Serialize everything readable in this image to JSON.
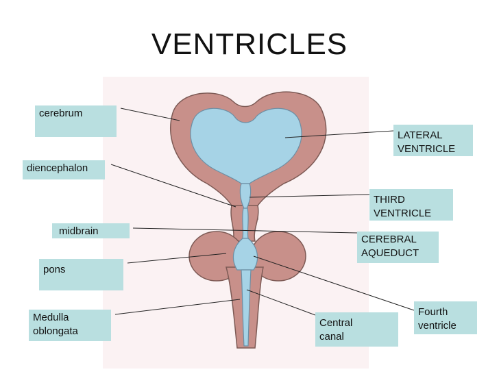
{
  "title": "VENTRICLES",
  "labels": {
    "cerebrum": "cerebrum",
    "diencephalon": "diencephalon",
    "midbrain": "midbrain",
    "pons": "pons",
    "medulla": "Medulla\noblongata",
    "lateral_ventricle": "LATERAL\nVENTRICLE",
    "third_ventricle": "THIRD\nVENTRICLE",
    "cerebral_aqueduct": "CEREBRAL\nAQUEDUCT",
    "fourth_ventricle": "Fourth\nventricle",
    "central_canal": "Central\ncanal"
  },
  "colors": {
    "tissue": "#c8908a",
    "ventricle": "#a6d3e6",
    "label_bg": "#b9dfe0",
    "paper": "#fbf2f3"
  }
}
